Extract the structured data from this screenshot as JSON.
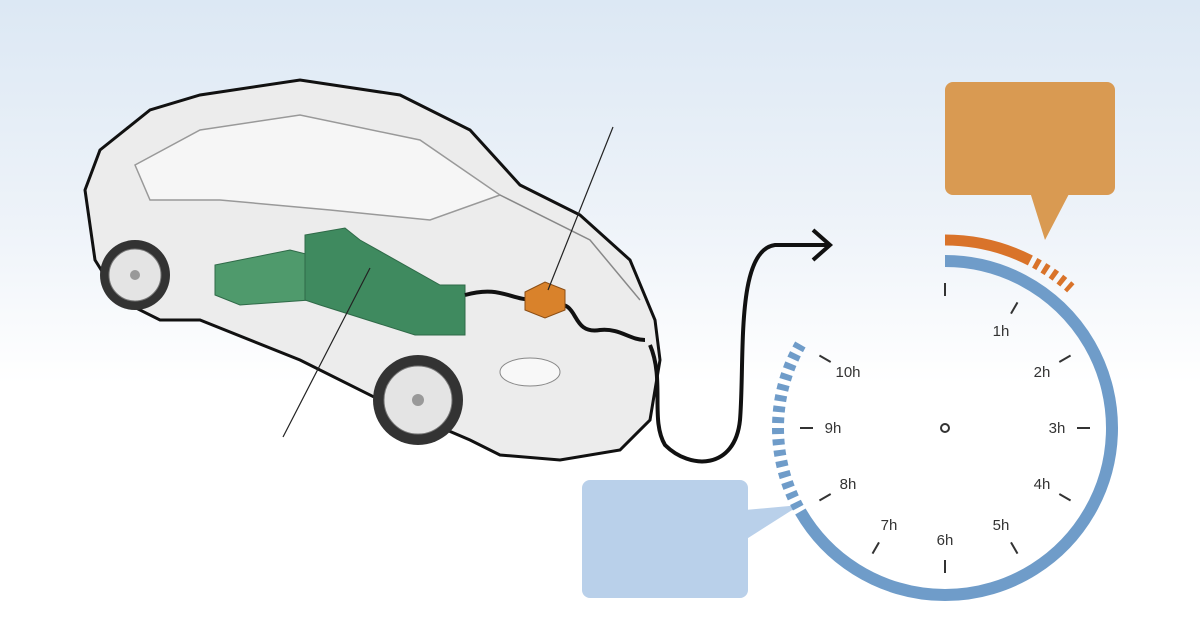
{
  "clock": {
    "hour_labels": [
      "1h",
      "2h",
      "3h",
      "4h",
      "5h",
      "6h",
      "7h",
      "8h",
      "9h",
      "10h"
    ],
    "charge_hours_solid": 8,
    "charge_hours_dashed_end": 10,
    "quick_charge_hours_solid": 0.9,
    "quick_charge_hours_dashed_end": 1.4
  },
  "colors": {
    "battery": "#3f8a5f",
    "charger": "#d9822b",
    "clock_arc": "#6f9cc9",
    "quick_arc": "#d9732a",
    "orange_box": "#d99a52",
    "blue_box": "#b9d0ea"
  }
}
